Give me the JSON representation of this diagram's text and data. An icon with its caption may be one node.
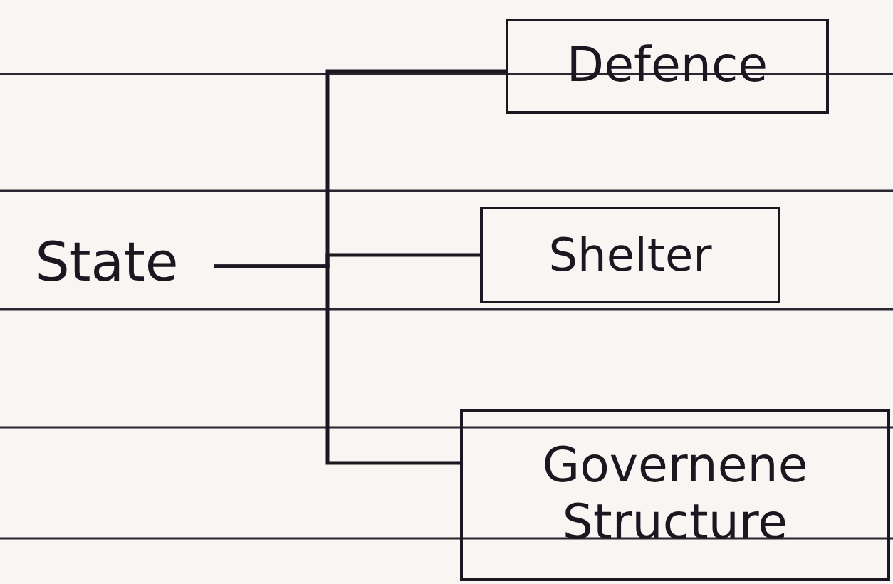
{
  "diagram": {
    "nodes": [
      {
        "text": [
          "State"
        ]
      },
      {
        "text": [
          "Defence"
        ]
      },
      {
        "text": [
          "Shelter"
        ]
      },
      {
        "text": [
          "Governene Structure"
        ]
      }
    ],
    "edges": [
      {
        "from": 0,
        "to": 1,
        "arrow": "none"
      },
      {
        "from": 0,
        "to": 2,
        "arrow": "none"
      },
      {
        "from": 0,
        "to": 3,
        "arrow": "none"
      }
    ]
  }
}
